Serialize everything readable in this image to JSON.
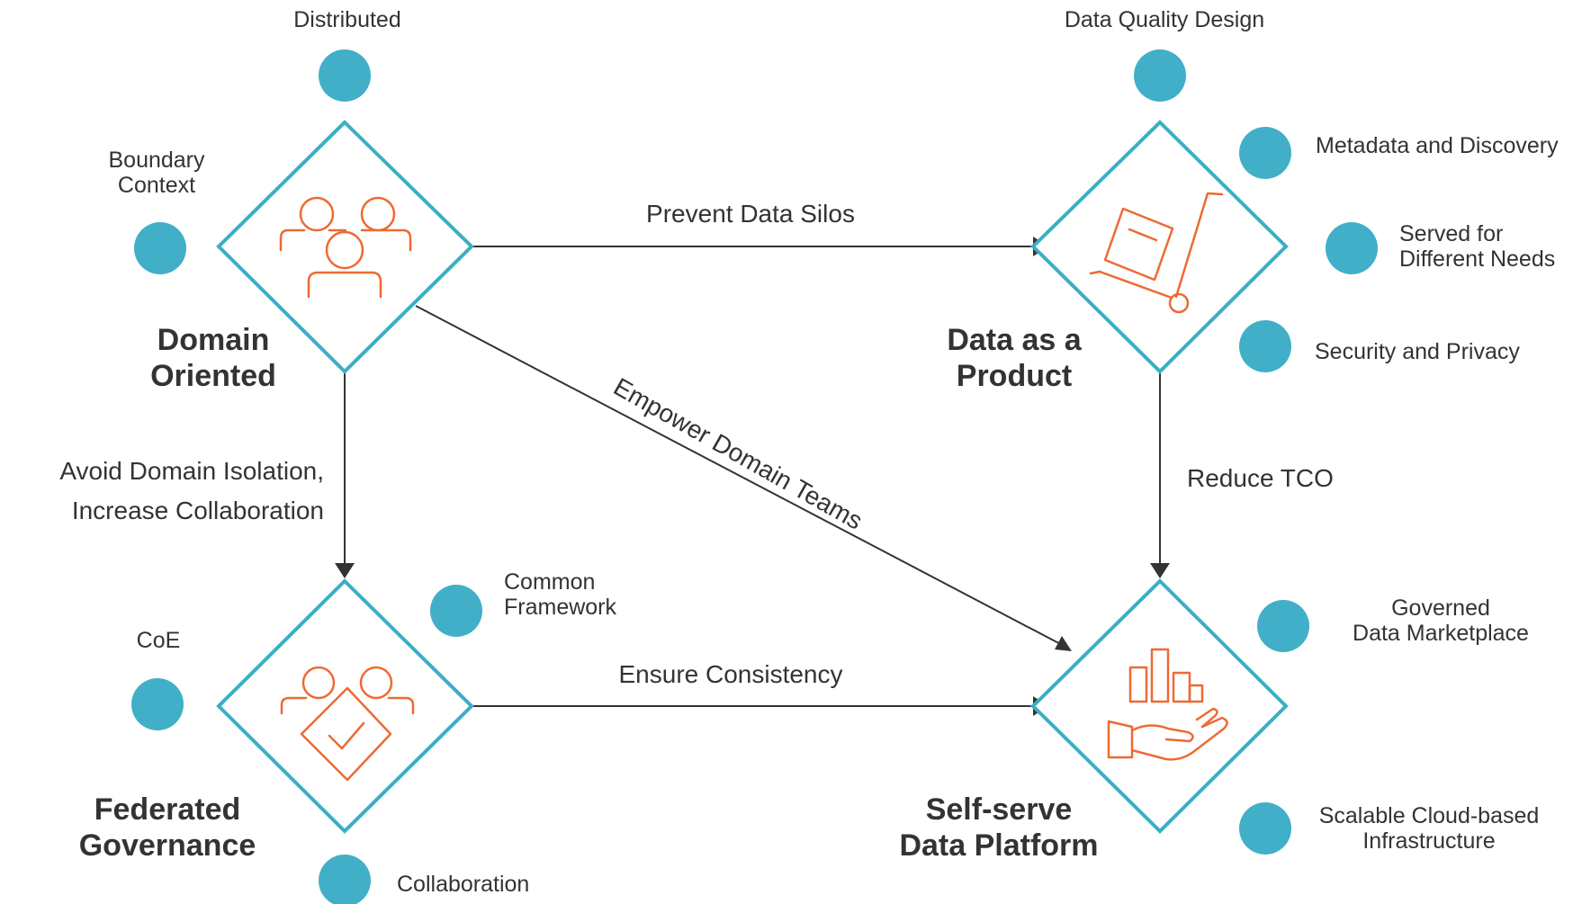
{
  "colors": {
    "diamond": "#3AAFC4",
    "dot": "#41AFC8",
    "icon": "#EE6A33",
    "arrow": "#333333",
    "text": "#333333"
  },
  "nodes": {
    "domain": {
      "title_lines": [
        "Domain",
        "Oriented"
      ],
      "icon": "people-group-icon"
    },
    "product": {
      "title_lines": [
        "Data as a",
        "Product"
      ],
      "icon": "hand-truck-box-icon"
    },
    "governance": {
      "title_lines": [
        "Federated",
        "Governance"
      ],
      "icon": "people-shield-check-icon"
    },
    "platform": {
      "title_lines": [
        "Self-serve",
        "Data Platform"
      ],
      "icon": "hand-bar-chart-icon"
    }
  },
  "edges": {
    "domain_product": "Prevent Data Silos",
    "domain_platform": "Empower Domain Teams",
    "domain_governance": [
      "Avoid Domain Isolation,",
      "Increase Collaboration"
    ],
    "product_platform": "Reduce TCO",
    "governance_platform": "Ensure Consistency"
  },
  "attributes": {
    "distributed": "Distributed",
    "boundary_context": [
      "Boundary",
      "Context"
    ],
    "data_quality_design": "Data Quality Design",
    "metadata_discovery": "Metadata and Discovery",
    "served_needs": [
      "Served for",
      "Different Needs"
    ],
    "security_privacy": "Security and Privacy",
    "common_framework": [
      "Common",
      "Framework"
    ],
    "coe": "CoE",
    "collaboration": "Collaboration",
    "governed_marketplace": [
      "Governed",
      "Data Marketplace"
    ],
    "scalable_infra": [
      "Scalable Cloud-based",
      "Infrastructure"
    ]
  }
}
